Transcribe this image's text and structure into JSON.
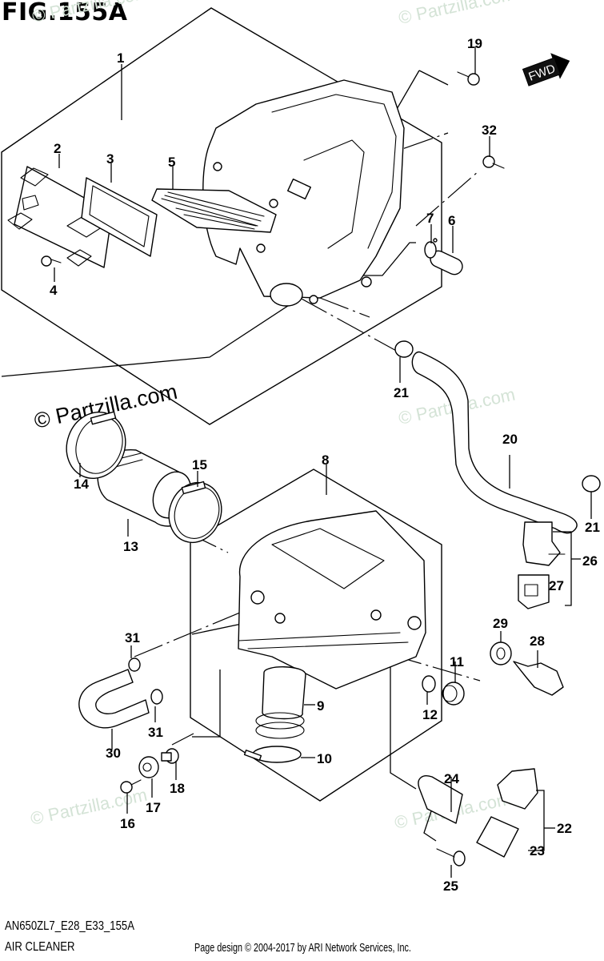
{
  "figure": {
    "title": "FIG.155A",
    "diagram_code": "AN650ZL7_E28_E33_155A",
    "section_name": "AIR CLEANER",
    "copyright": "Page design © 2004-2017 by ARI Network Services, Inc."
  },
  "direction_badge": {
    "label": "FWD",
    "icon": "forward-arrow-icon"
  },
  "watermark": {
    "text": "© Partzilla.com"
  },
  "callouts": [
    {
      "id": "c1",
      "number": "1",
      "part": "air cleaner case (upper)"
    },
    {
      "id": "c2",
      "number": "2",
      "part": "cover"
    },
    {
      "id": "c3",
      "number": "3",
      "part": "seal"
    },
    {
      "id": "c4",
      "number": "4",
      "part": "screw"
    },
    {
      "id": "c5",
      "number": "5",
      "part": "element"
    },
    {
      "id": "c6",
      "number": "6",
      "part": "cap"
    },
    {
      "id": "c7",
      "number": "7",
      "part": "clip"
    },
    {
      "id": "c8",
      "number": "8",
      "part": "air cleaner case (lower)"
    },
    {
      "id": "c9",
      "number": "9",
      "part": "outlet tube"
    },
    {
      "id": "c10",
      "number": "10",
      "part": "clamp"
    },
    {
      "id": "c11",
      "number": "11",
      "part": "cap"
    },
    {
      "id": "c12",
      "number": "12",
      "part": "clip"
    },
    {
      "id": "c13",
      "number": "13",
      "part": "connector"
    },
    {
      "id": "c14",
      "number": "14",
      "part": "clamp"
    },
    {
      "id": "c15",
      "number": "15",
      "part": "clamp"
    },
    {
      "id": "c16",
      "number": "16",
      "part": "bolt"
    },
    {
      "id": "c17",
      "number": "17",
      "part": "cushion"
    },
    {
      "id": "c18",
      "number": "18",
      "part": "spacer"
    },
    {
      "id": "c19",
      "number": "19",
      "part": "bolt"
    },
    {
      "id": "c20",
      "number": "20",
      "part": "hose"
    },
    {
      "id": "c21a",
      "number": "21",
      "part": "clamp"
    },
    {
      "id": "c21b",
      "number": "21",
      "part": "clamp"
    },
    {
      "id": "c22",
      "number": "22",
      "part": "sensor assembly"
    },
    {
      "id": "c23",
      "number": "23",
      "part": "cover"
    },
    {
      "id": "c24",
      "number": "24",
      "part": "bracket"
    },
    {
      "id": "c25",
      "number": "25",
      "part": "screw"
    },
    {
      "id": "c26",
      "number": "26",
      "part": "sensor assembly"
    },
    {
      "id": "c27",
      "number": "27",
      "part": "cover"
    },
    {
      "id": "c28",
      "number": "28",
      "part": "sensor"
    },
    {
      "id": "c29",
      "number": "29",
      "part": "gasket"
    },
    {
      "id": "c30",
      "number": "30",
      "part": "hose"
    },
    {
      "id": "c31a",
      "number": "31",
      "part": "clip"
    },
    {
      "id": "c31b",
      "number": "31",
      "part": "clip"
    },
    {
      "id": "c32",
      "number": "32",
      "part": "bolt"
    }
  ]
}
